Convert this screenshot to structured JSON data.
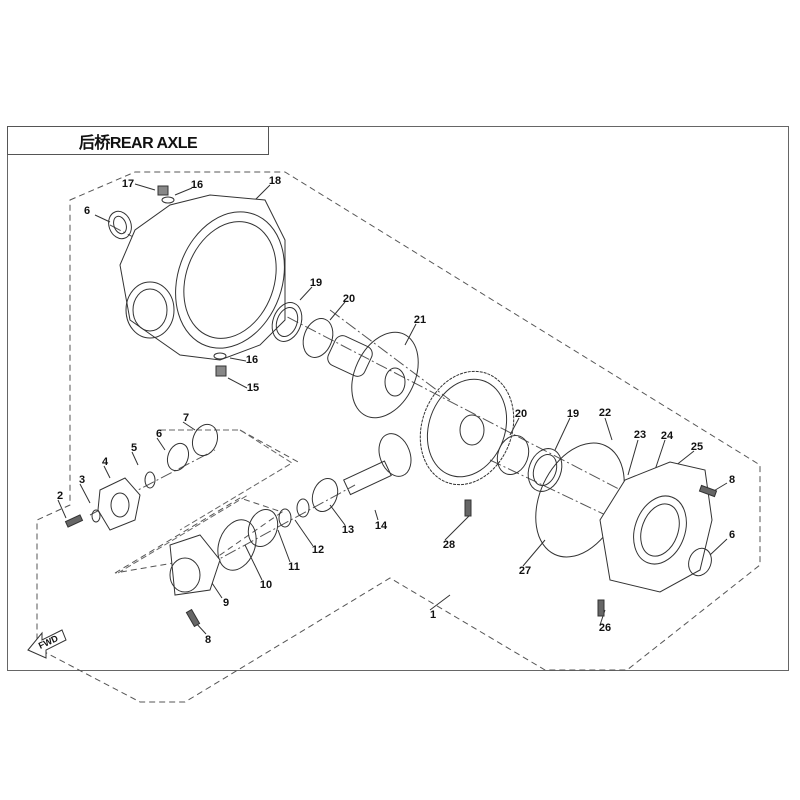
{
  "title": "后桥REAR AXLE",
  "fwd_label": "FWD",
  "callouts": [
    "17",
    "16",
    "18",
    "6",
    "19",
    "20",
    "21",
    "16",
    "15",
    "7",
    "6",
    "5",
    "4",
    "3",
    "2",
    "13",
    "14",
    "12",
    "11",
    "10",
    "9",
    "8",
    "28",
    "1",
    "20",
    "19",
    "22",
    "23",
    "24",
    "25",
    "8",
    "6",
    "27",
    "26"
  ]
}
